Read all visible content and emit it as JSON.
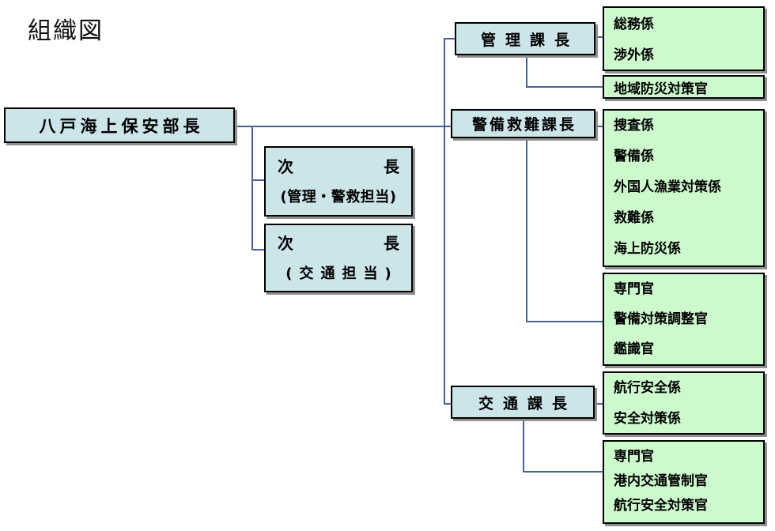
{
  "title": "組織図",
  "colors": {
    "box_blue": "#CBE5E9",
    "box_green": "#CDFACD",
    "connector": "#44639C",
    "box_border": "#000000",
    "box_shadow": "#909090"
  },
  "org": {
    "head": {
      "label": "八戸海上保安部長"
    },
    "deputies": [
      {
        "rank_left": "次",
        "rank_right": "長",
        "duty": "(管理・警救担当)"
      },
      {
        "rank_left": "次",
        "rank_right": "長",
        "duty": "(交通担当)"
      }
    ],
    "sections": {
      "kanri": {
        "label": "管理課長"
      },
      "keibi": {
        "label": "警備救難課長"
      },
      "kotsu": {
        "label": "交通課長"
      }
    },
    "units": {
      "kanri_kakari": [
        "総務係",
        "渉外係"
      ],
      "kanri_officer": [
        "地域防災対策官"
      ],
      "keibi_kakari": [
        "捜査係",
        "警備係",
        "外国人漁業対策係",
        "救難係",
        "海上防災係"
      ],
      "keibi_officer": [
        "専門官",
        "警備対策調整官",
        "鑑識官"
      ],
      "kotsu_kakari": [
        "航行安全係",
        "安全対策係"
      ],
      "kotsu_officer": [
        "専門官",
        "港内交通管制官",
        "航行安全対策官"
      ]
    }
  }
}
